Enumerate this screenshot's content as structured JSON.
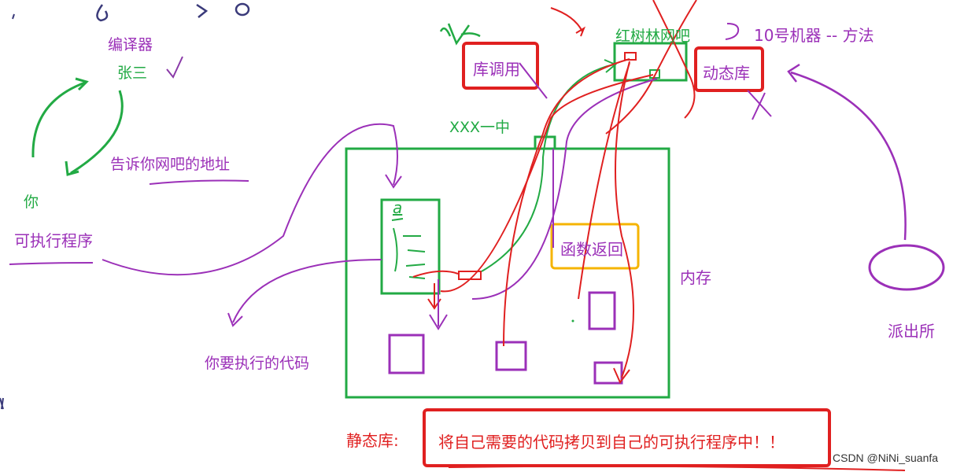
{
  "labels": {
    "compiler": "编译器",
    "zhangsan": "张三",
    "tell_address": "告诉你网吧的地址",
    "you": "你",
    "executable": "可执行程序",
    "lib_call": "库调用",
    "xxx_middle": "XXX一中",
    "mangrove_cafe": "红树林网吧",
    "machine_method": "10号机器 -- 方法",
    "dynamic_lib": "动态库",
    "func_return": "函数返回",
    "memory": "内存",
    "your_code": "你要执行的代码",
    "police": "派出所",
    "static_lib": "静态库:",
    "static_desc": "将自己需要的代码拷贝到自己的可执行程序中！！",
    "code_letter": "a",
    "watermark": "CSDN @NiNi_suanfa"
  },
  "colors": {
    "green": "#22aa44",
    "purple": "#9b30b8",
    "red": "#e02020",
    "orange": "#f5b400",
    "dark": "#3a3a7a"
  }
}
